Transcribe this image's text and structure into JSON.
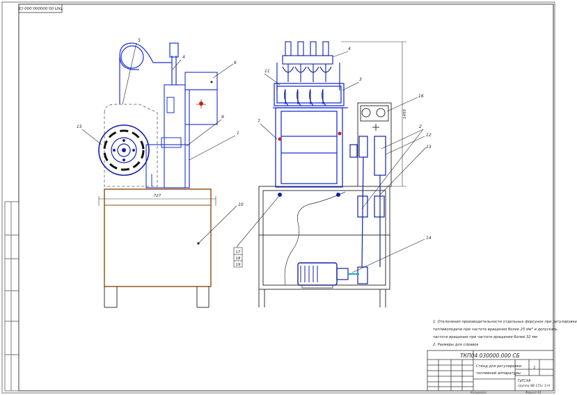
{
  "drawing": {
    "corner_stamp": "ТКП 00.000000.000 СБ",
    "doc_code": "ТКП04 030000.000 СБ",
    "title_line1": "Стенд для регулировки",
    "title_line2": "топливной аппаратуры",
    "sheet_number": "1",
    "org_line1": "ГрГСХА",
    "org_line2": "группа 8В 171с 1тп",
    "format": "Формат А1",
    "copied": "Копировал"
  },
  "notes": [
    "1. Отклонения производительности отдельных форсунок при регулировке",
    "топливоподачи при частоте вращения более 25 мм³ и допускать",
    "частоте вращения при частоте вращения более 32 мм",
    "2. Размеры для справок"
  ],
  "dimensions": {
    "width": "727",
    "height": "1455"
  },
  "callouts": {
    "left_view": [
      "5",
      "4",
      "6",
      "9",
      "1",
      "15",
      "10"
    ],
    "right_view": [
      "11",
      "4",
      "3",
      "16",
      "7",
      "2",
      "12",
      "13",
      "14"
    ],
    "stack": [
      "17",
      "18",
      "19"
    ]
  },
  "colors": {
    "line": "#2a2a2a",
    "blue": "#1a2fd6",
    "blue_dark": "#0f1ea8",
    "brown": "#8c4a12",
    "red": "#c8201a",
    "cyan": "#10a8c8",
    "frame": "#3a3a3a"
  }
}
